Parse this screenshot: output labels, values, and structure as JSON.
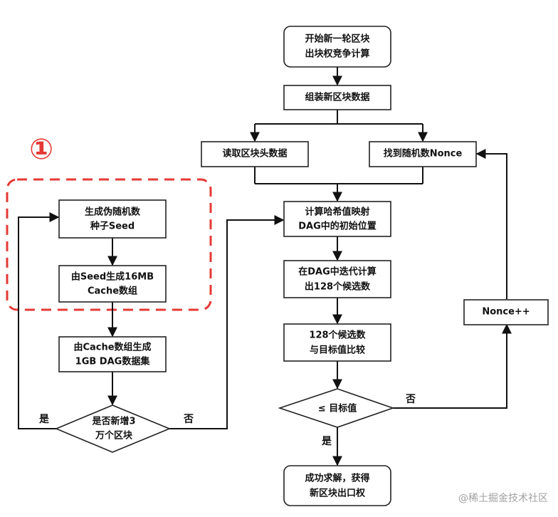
{
  "marker": "①",
  "nodes": {
    "start": {
      "lines": [
        "开始新一轮区块",
        "出块权竞争计算"
      ]
    },
    "assemble": {
      "lines": [
        "组装新区块数据"
      ]
    },
    "readHeader": {
      "lines": [
        "读取区块头数据"
      ]
    },
    "findNonce": {
      "lines": [
        "找到随机数Nonce"
      ]
    },
    "seed": {
      "lines": [
        "生成伪随机数",
        "种子Seed"
      ]
    },
    "cache": {
      "lines": [
        "由Seed生成16MB",
        "Cache数组"
      ]
    },
    "dag": {
      "lines": [
        "由Cache数组生成",
        "1GB DAG数据集"
      ]
    },
    "newBlocks": {
      "lines": [
        "是否新增3",
        "万个区块"
      ]
    },
    "hash": {
      "lines": [
        "计算哈希值映射",
        "DAG中的初始位置"
      ]
    },
    "iterate": {
      "lines": [
        "在DAG中迭代计算",
        "出128个候选数"
      ]
    },
    "compare": {
      "lines": [
        "128个候选数",
        "与目标值比较"
      ]
    },
    "target": {
      "lines": [
        "≤ 目标值"
      ]
    },
    "success": {
      "lines": [
        "成功求解，获得",
        "新区块出口权"
      ]
    },
    "nonceInc": {
      "lines": [
        "Nonce++"
      ]
    }
  },
  "edges": {
    "yes_left": "是",
    "no_left": "否",
    "no_right": "否",
    "yes_bottom": "是"
  },
  "watermark": "@稀土掘金技术社区"
}
